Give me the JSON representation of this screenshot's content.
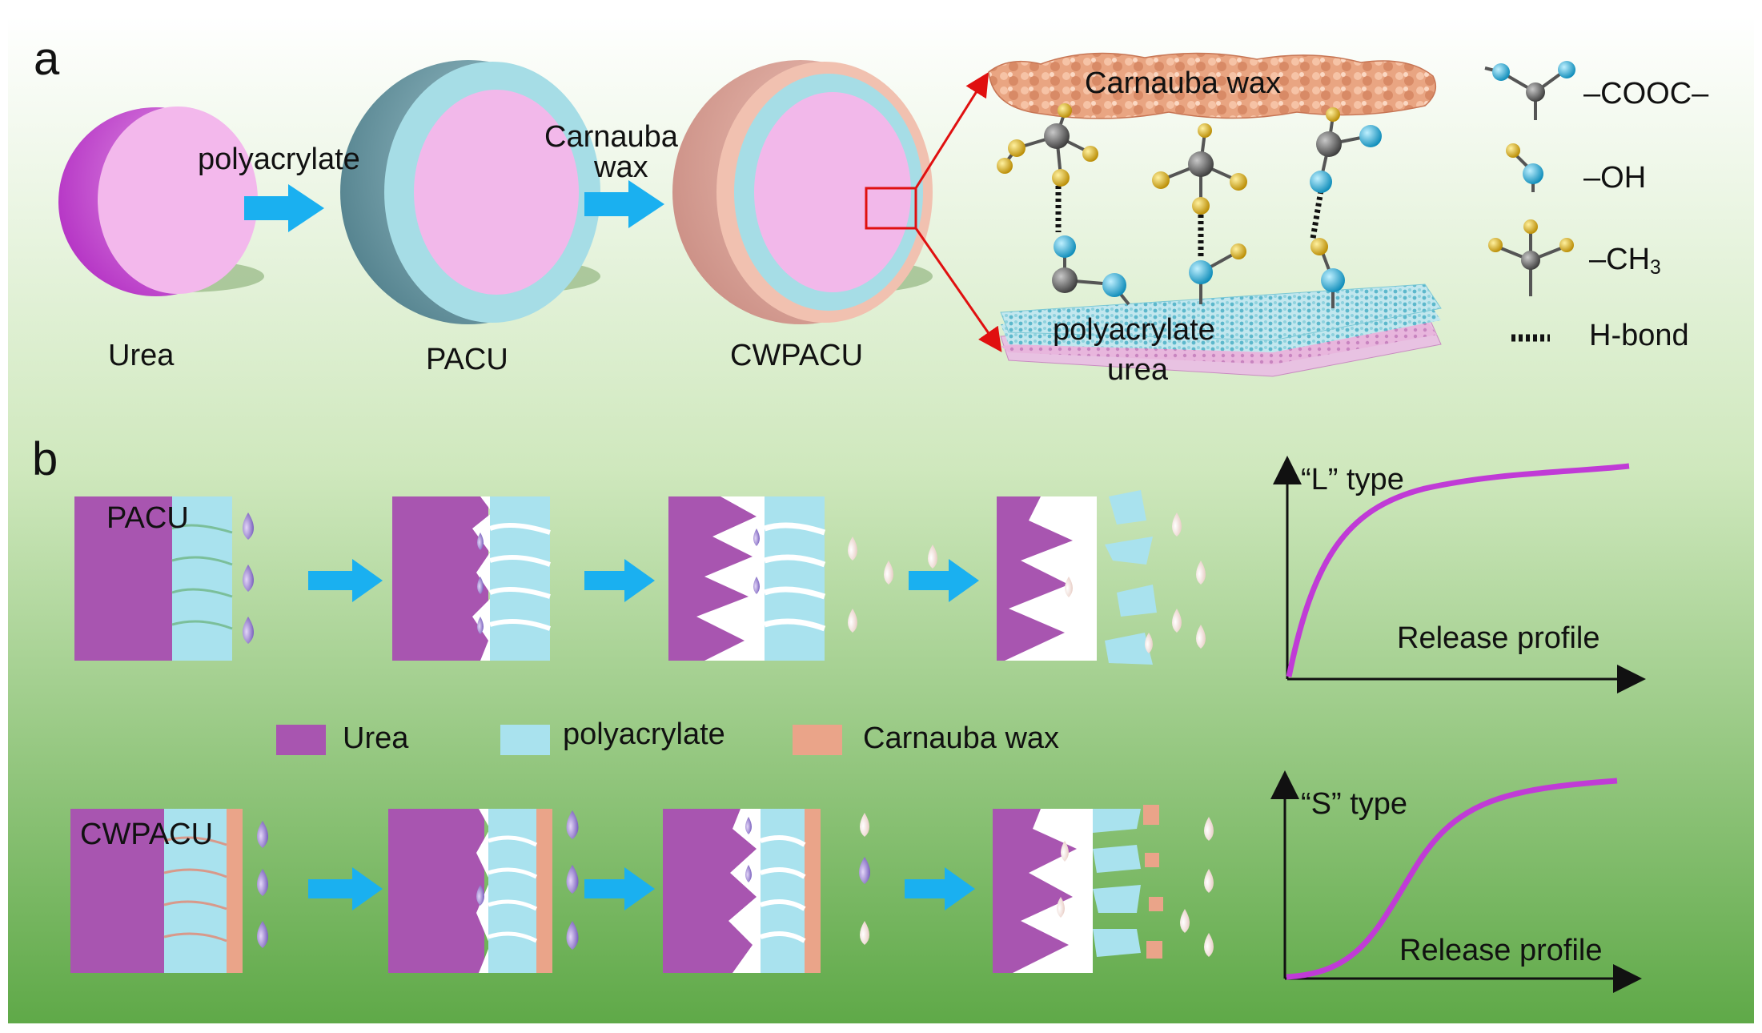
{
  "panels": {
    "a": "a",
    "b": "b"
  },
  "section_a": {
    "steps": {
      "urea": "Urea",
      "pacu": "PACU",
      "cwpacu": "CWPACU",
      "arrow1": "polyacrylate",
      "arrow2_line1": "Carnauba",
      "arrow2_line2": "wax"
    },
    "zoom": {
      "wax": "Carnauba wax",
      "polyacrylate": "polyacrylate",
      "urea": "urea"
    },
    "key": {
      "cooc": "–COOC–",
      "oh": "–OH",
      "ch3_base": "–CH",
      "ch3_sub": "3",
      "hbond": "H-bond"
    }
  },
  "section_b": {
    "row1_label": "PACU",
    "row2_label": "CWPACU",
    "legend": {
      "urea": "Urea",
      "polyacrylate": "polyacrylate",
      "wax": "Carnauba wax"
    },
    "curve1": {
      "type": "“L” type",
      "xlabel": "Release profile"
    },
    "curve2": {
      "type": "“S” type",
      "xlabel": "Release profile"
    }
  },
  "colors": {
    "urea": "#a855b0",
    "polyacrylate": "#a9e2ee",
    "wax": "#eaa489",
    "arrow": "#1ab0f0",
    "curve": "#c03bd6",
    "bg_top": "#ffffff",
    "bg_bottom": "#5ea846"
  }
}
